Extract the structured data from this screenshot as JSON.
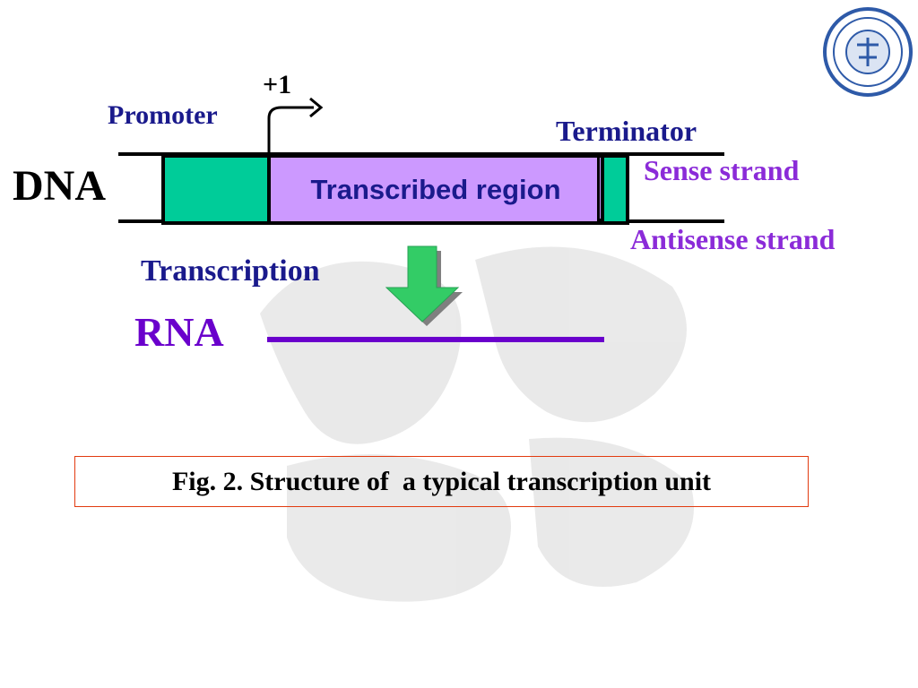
{
  "diagram": {
    "dna_label": "DNA",
    "promoter_label": "Promoter",
    "start_site_label": "+1",
    "terminator_label": "Terminator",
    "transcribed_region_label": "Transcribed region",
    "sense_strand_label": "Sense strand",
    "antisense_strand_label": "Antisense strand",
    "transcription_label": "Transcription",
    "rna_label": "RNA"
  },
  "caption": "Fig. 2. Structure of  a typical transcription unit",
  "colors": {
    "element_green": "#00cc99",
    "transcribed_purple": "#cc99ff",
    "navy_text": "#1a1a8c",
    "violet_text": "#8b2bd8",
    "rna_purple": "#6a00cc",
    "arrow_green": "#33cc66",
    "caption_border": "#e23b10"
  },
  "icons": {
    "logo": "university-seal-logo",
    "watermark": "calligraphy-watermark",
    "start_arrow": "transcription-start-arrow-icon",
    "process_arrow": "down-arrow-icon"
  }
}
